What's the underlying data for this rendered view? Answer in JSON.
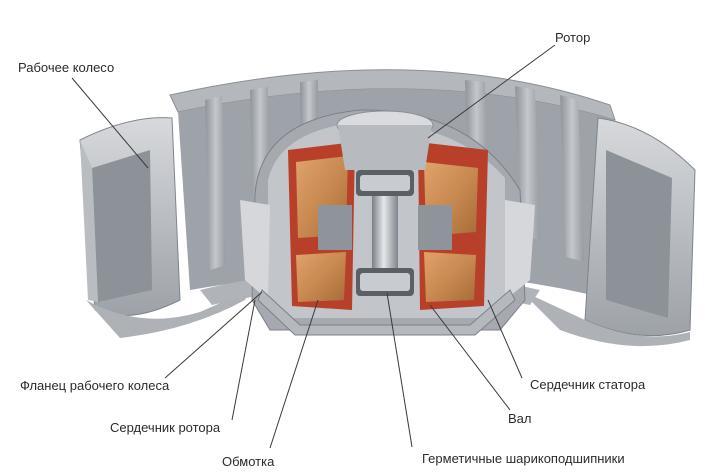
{
  "labels": {
    "impeller": "Рабочее колесо",
    "rotor": "Ротор",
    "impeller_flange": "Фланец рабочего колеса",
    "rotor_core": "Сердечник ротора",
    "winding": "Обмотка",
    "bearings": "Герметичные шарикоподшипники",
    "shaft": "Вал",
    "stator_core": "Сердечник статора"
  },
  "colors": {
    "background": "#ffffff",
    "metal_light": "#c9ccd0",
    "metal_mid": "#a9adb2",
    "metal_dark": "#7c8187",
    "copper": "#c98a52",
    "red_housing": "#b8402a",
    "leader_line": "#3a3a3a",
    "text": "#2b2b2b"
  }
}
